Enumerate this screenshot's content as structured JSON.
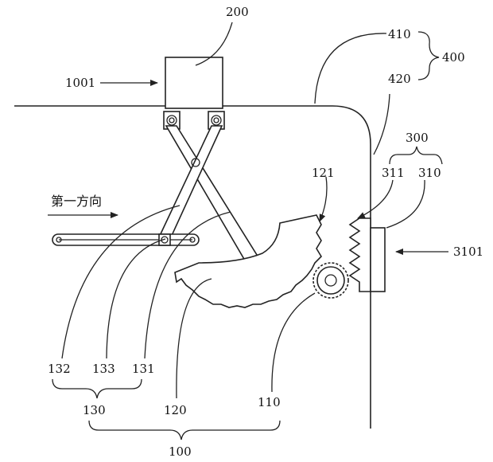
{
  "labels": {
    "l200": "200",
    "l1001": "1001",
    "l410": "410",
    "l420": "420",
    "l400": "400",
    "l300": "300",
    "l311": "311",
    "l310": "310",
    "l121": "121",
    "l3101": "3101",
    "direction": "第一方向",
    "l132": "132",
    "l133": "133",
    "l131": "131",
    "l130": "130",
    "l120": "120",
    "l110": "110",
    "l100": "100"
  }
}
